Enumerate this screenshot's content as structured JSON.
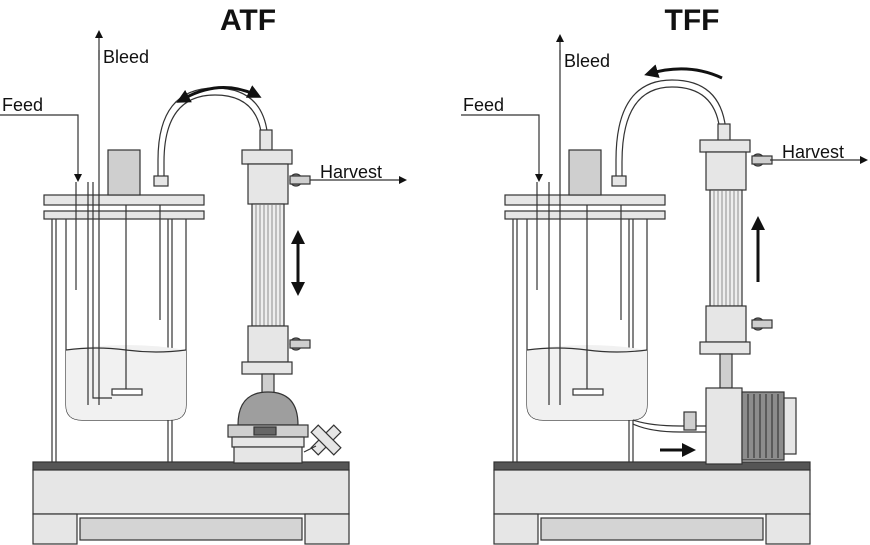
{
  "panels": [
    {
      "title": "ATF",
      "labels": {
        "bleed": "Bleed",
        "feed": "Feed",
        "harvest": "Harvest"
      }
    },
    {
      "title": "TFF",
      "labels": {
        "bleed": "Bleed",
        "feed": "Feed",
        "harvest": "Harvest"
      }
    }
  ],
  "colors": {
    "outline": "#333333",
    "part_fill": "#e6e6e6",
    "dark_fill": "#8c8c8c",
    "arrow": "#111111"
  }
}
